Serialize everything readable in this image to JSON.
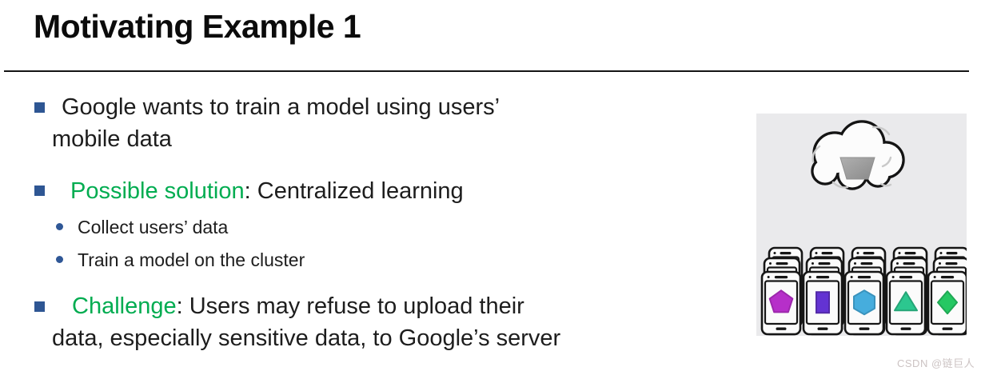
{
  "slide": {
    "title": "Motivating Example 1",
    "bullets": {
      "b1": {
        "line1": "Google wants to train a model using users’",
        "line2": "mobile data"
      },
      "b2": {
        "highlight": "Possible solution",
        "rest": ": Centralized learning"
      },
      "sub1": "Collect users’ data",
      "sub2": "Train a model on the cluster",
      "b3": {
        "highlight": "Challenge",
        "rest_line1": ": Users may refuse to upload their",
        "line2": "data, especially sensitive data, to Google’s server"
      }
    },
    "colors": {
      "highlight_green": "#00AC50",
      "bullet_navy": "#2E5693",
      "sub_dot_blue": "#2F5796",
      "text_dark": "#1D1D1D",
      "panel_bg": "#EAEAEC"
    }
  },
  "illustration": {
    "cloud": {
      "fill": "#FCFCFC",
      "outline": "#141414",
      "bucket_fill_light": "#B0B0B0",
      "bucket_fill_dark": "#8A8A8A"
    },
    "phones": {
      "rows": 3,
      "per_row": 5,
      "body_fill": "#FBFBFB",
      "outline": "#161616",
      "front_shapes": [
        {
          "shape": "pentagon",
          "color": "#B62FC9",
          "edge": "#9C27AC"
        },
        {
          "shape": "rectangle",
          "color": "#6333D2",
          "edge": "#5229A8"
        },
        {
          "shape": "hexagon",
          "color": "#46ADDD",
          "edge": "#3A93BD"
        },
        {
          "shape": "triangle",
          "color": "#2CC78F",
          "edge": "#25A577"
        },
        {
          "shape": "diamond",
          "color": "#25C863",
          "edge": "#1FA854"
        }
      ]
    }
  },
  "watermark": {
    "text": "CSDN @链巨人",
    "color": "#CCC3C3"
  }
}
